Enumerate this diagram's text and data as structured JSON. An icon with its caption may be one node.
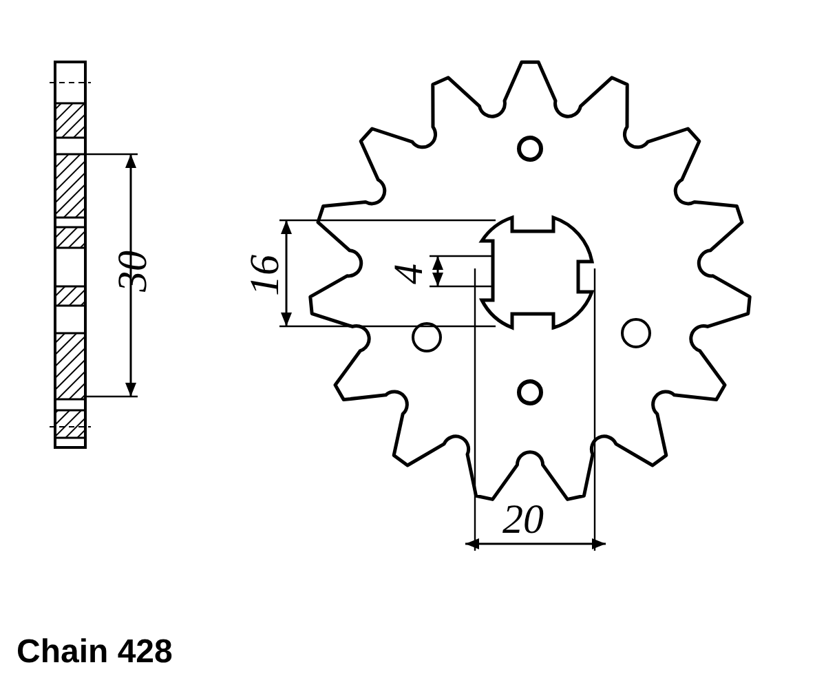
{
  "diagram": {
    "labels": [
      "30",
      "16",
      "4",
      "20",
      "Chain 428"
    ]
  }
}
